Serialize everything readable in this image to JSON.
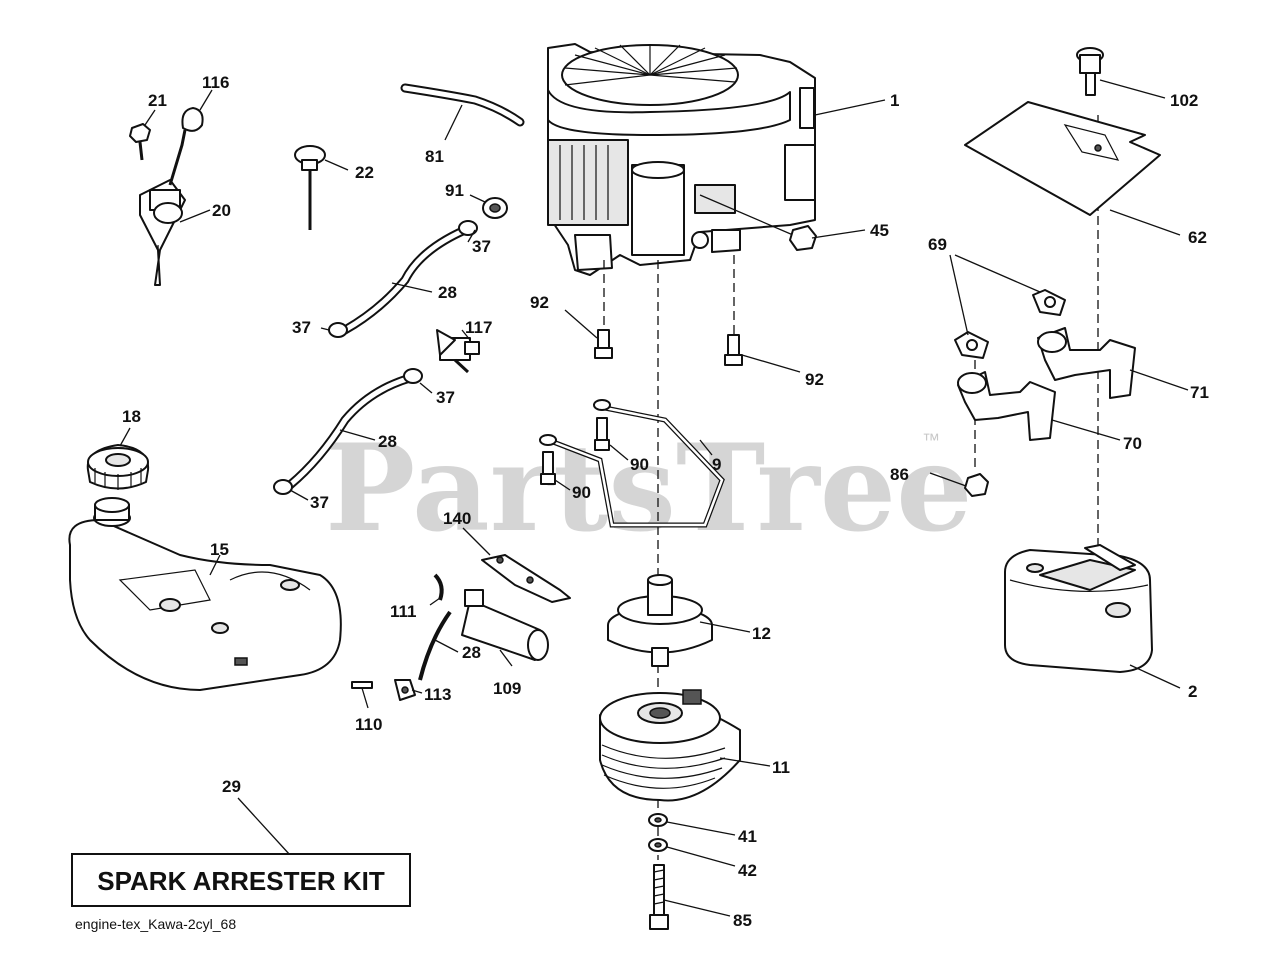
{
  "watermark": {
    "text": "PartsTree",
    "trademark": "™"
  },
  "footer": {
    "diagram_id": "engine-tex_Kawa-2cyl_68"
  },
  "kit": {
    "label": "SPARK ARRESTER KIT"
  },
  "callouts": [
    {
      "key": "c116",
      "num": "116"
    },
    {
      "key": "c21",
      "num": "21"
    },
    {
      "key": "c20",
      "num": "20"
    },
    {
      "key": "c22",
      "num": "22"
    },
    {
      "key": "c81",
      "num": "81"
    },
    {
      "key": "c91",
      "num": "91"
    },
    {
      "key": "c37a",
      "num": "37"
    },
    {
      "key": "c28a",
      "num": "28"
    },
    {
      "key": "c37b",
      "num": "37"
    },
    {
      "key": "c117",
      "num": "117"
    },
    {
      "key": "c37c",
      "num": "37"
    },
    {
      "key": "c28b",
      "num": "28"
    },
    {
      "key": "c37d",
      "num": "37"
    },
    {
      "key": "c18",
      "num": "18"
    },
    {
      "key": "c15",
      "num": "15"
    },
    {
      "key": "c140",
      "num": "140"
    },
    {
      "key": "c111",
      "num": "111"
    },
    {
      "key": "c28c",
      "num": "28"
    },
    {
      "key": "c109",
      "num": "109"
    },
    {
      "key": "c113",
      "num": "113"
    },
    {
      "key": "c110",
      "num": "110"
    },
    {
      "key": "c29",
      "num": "29"
    },
    {
      "key": "c1",
      "num": "1"
    },
    {
      "key": "c45",
      "num": "45"
    },
    {
      "key": "c92a",
      "num": "92"
    },
    {
      "key": "c92b",
      "num": "92"
    },
    {
      "key": "c90a",
      "num": "90"
    },
    {
      "key": "c9",
      "num": "9"
    },
    {
      "key": "c90b",
      "num": "90"
    },
    {
      "key": "c12",
      "num": "12"
    },
    {
      "key": "c11",
      "num": "11"
    },
    {
      "key": "c41",
      "num": "41"
    },
    {
      "key": "c42",
      "num": "42"
    },
    {
      "key": "c85",
      "num": "85"
    },
    {
      "key": "c102",
      "num": "102"
    },
    {
      "key": "c62",
      "num": "62"
    },
    {
      "key": "c69",
      "num": "69"
    },
    {
      "key": "c71",
      "num": "71"
    },
    {
      "key": "c70",
      "num": "70"
    },
    {
      "key": "c86",
      "num": "86"
    },
    {
      "key": "c2",
      "num": "2"
    }
  ]
}
